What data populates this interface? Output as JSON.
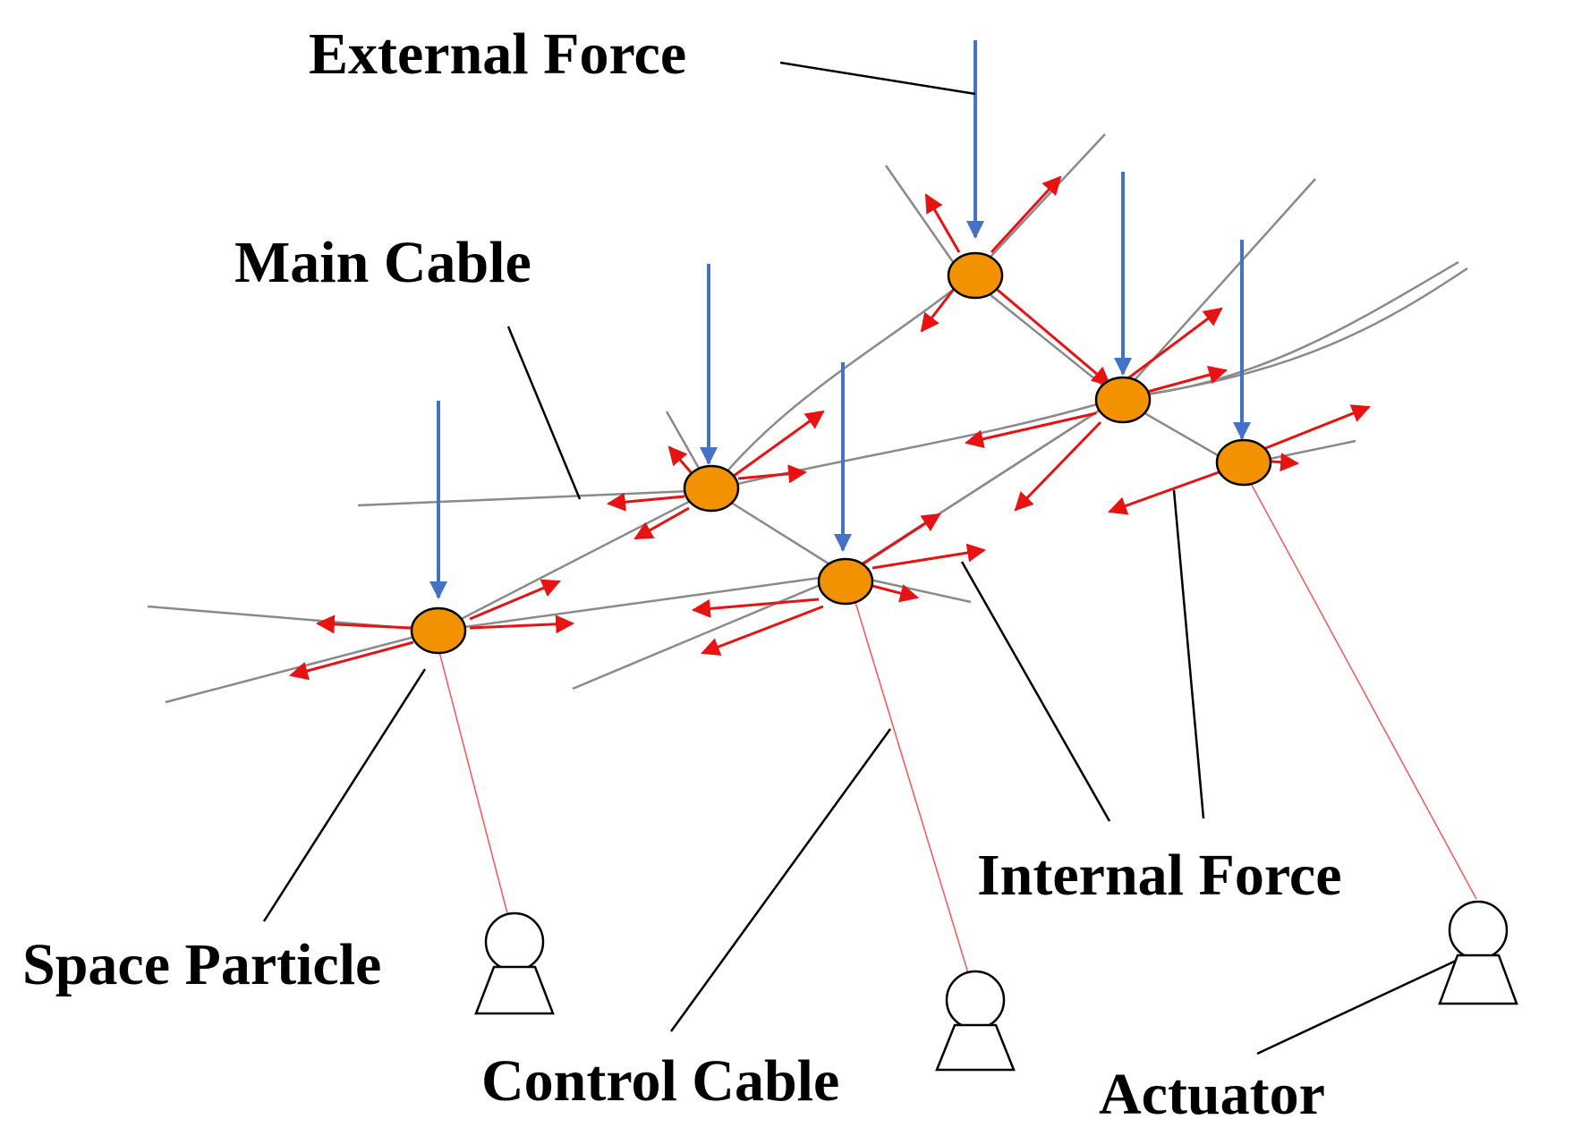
{
  "labels": {
    "external_force": "External Force",
    "main_cable": "Main Cable",
    "space_particle": "Space Particle",
    "control_cable": "Control Cable",
    "internal_force": "Internal Force",
    "actuator": "Actuator"
  },
  "colors": {
    "particle_fill": "#f39200",
    "internal_force": "#e81212",
    "external_force": "#4472c4",
    "cable": "#8a8a8a",
    "leader": "#000000"
  }
}
